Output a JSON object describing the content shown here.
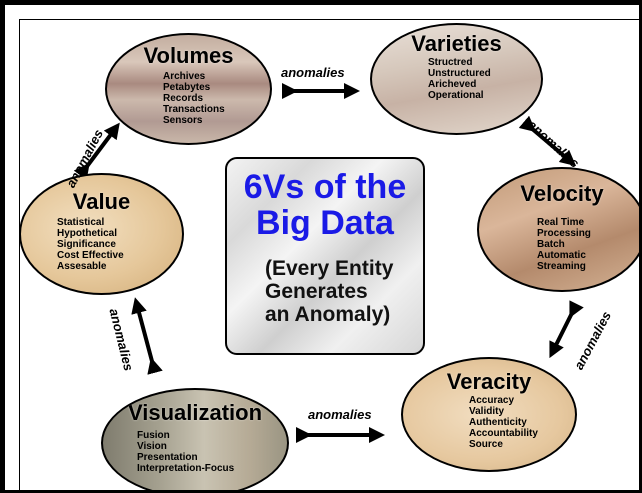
{
  "center": {
    "title": "6Vs of the\nBig Data",
    "subtitle": "(Every Entity\nGenerates\nan Anomaly)"
  },
  "nodes": {
    "volumes": {
      "title": "Volumes",
      "items": [
        "Archives",
        "Petabytes",
        "Records",
        "Transactions",
        "Sensors"
      ]
    },
    "varieties": {
      "title": "Varieties",
      "items": [
        "Structred",
        "Unstructured",
        "Aricheved",
        "Operational"
      ]
    },
    "velocity": {
      "title": "Velocity",
      "items": [
        "Real Time",
        "Processing",
        "Batch",
        "Automatic",
        "Streaming"
      ]
    },
    "veracity": {
      "title": "Veracity",
      "items": [
        "Accuracy",
        "Validity",
        "Authenticity",
        "Accountability",
        "Source"
      ]
    },
    "visualization": {
      "title": "Visualization",
      "items": [
        "Fusion",
        "Vision",
        "Presentation",
        "Interpretation-Focus"
      ]
    },
    "value": {
      "title": "Value",
      "items": [
        "Statistical",
        "Hypothetical",
        "Significance",
        "Cost Effective",
        "Assesable"
      ]
    }
  },
  "connector_label": "anomalies",
  "colors": {
    "center_title": "#1a1ae6",
    "outline": "#000000",
    "background": "#ffffff"
  }
}
